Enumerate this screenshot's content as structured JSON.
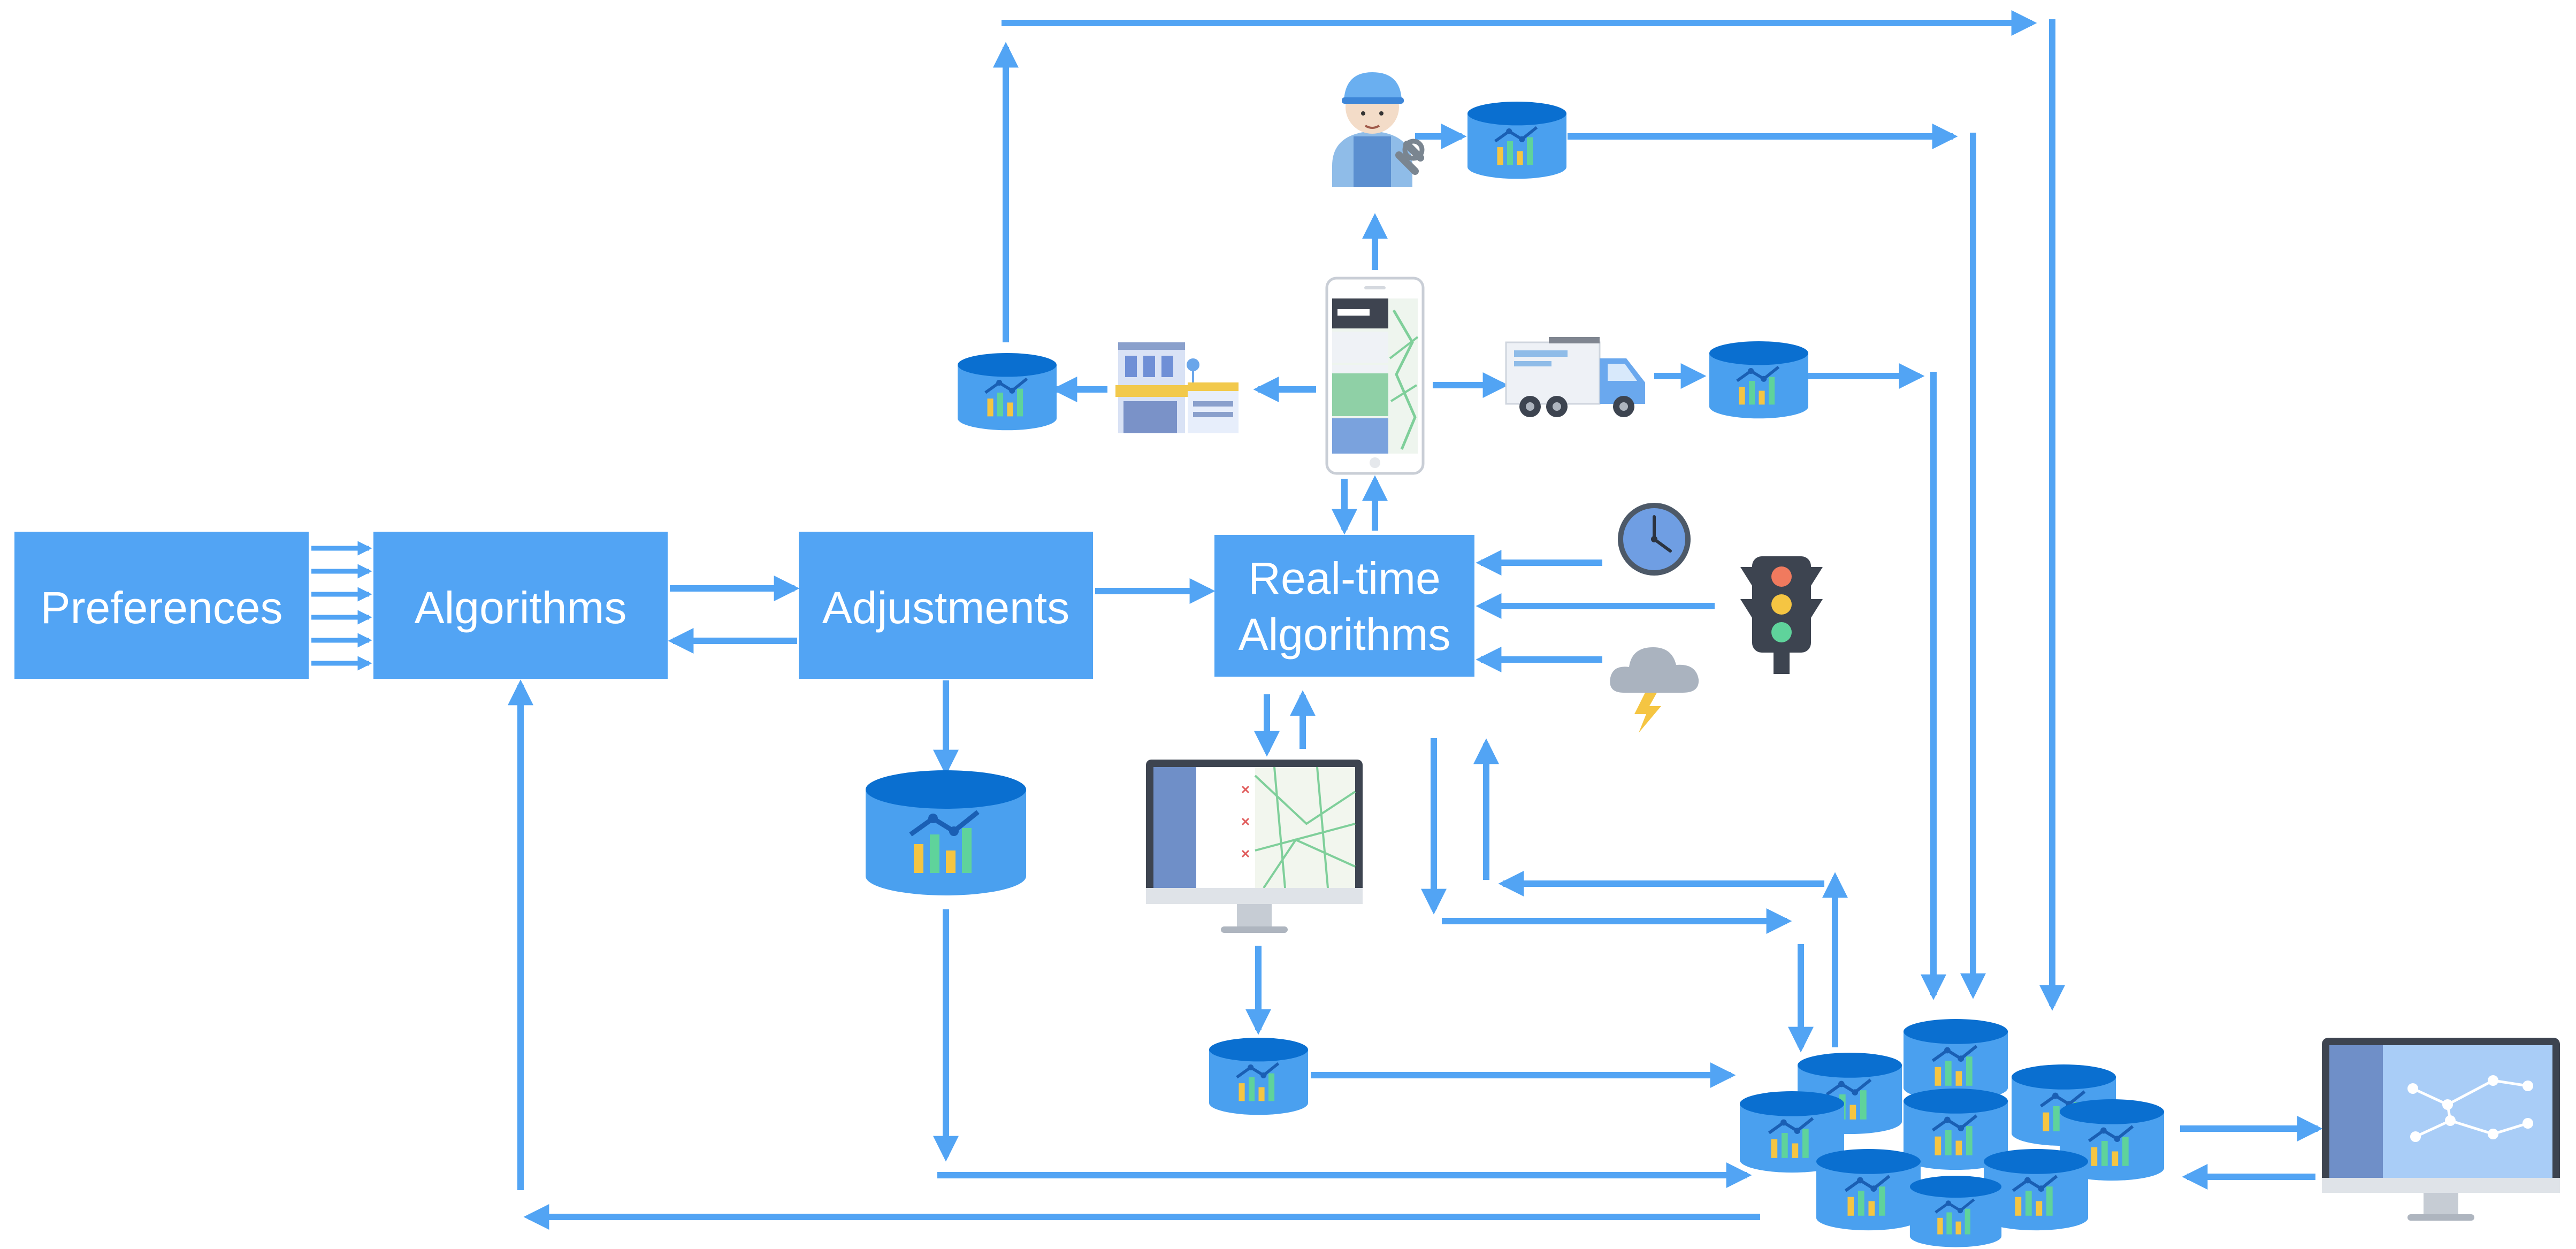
{
  "boxes": {
    "preferences": "Preferences",
    "algorithms": "Algorithms",
    "adjustments": "Adjustments",
    "realtime_line1": "Real-time",
    "realtime_line2": "Algorithms"
  },
  "colors": {
    "accent": "#52a4f4",
    "db_top": "#0a6fd0",
    "db_body": "#4aa0ef",
    "bar_yellow": "#f5c542",
    "bar_green": "#5fd39b"
  },
  "icons": [
    "technician-icon",
    "mobile-phone-icon",
    "store-icon",
    "truck-icon",
    "clock-icon",
    "traffic-light-icon",
    "storm-cloud-icon",
    "map-monitor-icon",
    "analytics-monitor-icon",
    "database-icon"
  ]
}
